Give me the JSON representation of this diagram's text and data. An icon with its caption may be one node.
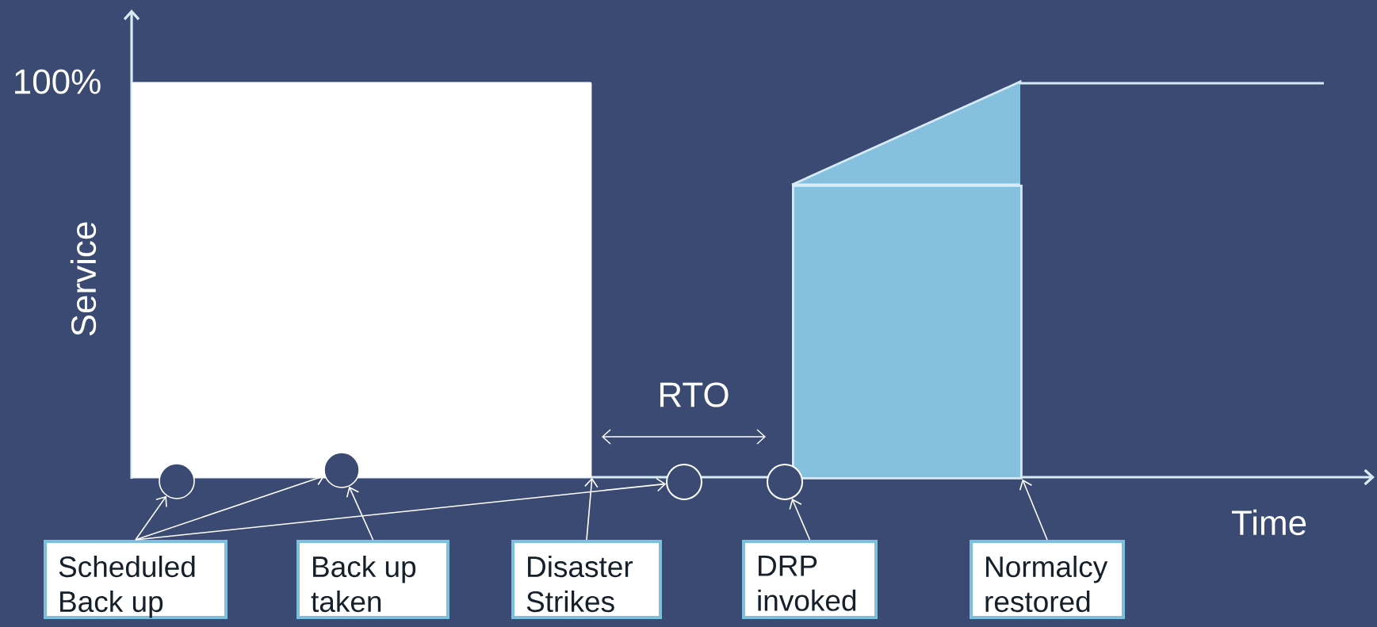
{
  "diagram": {
    "nodes": [
      {
        "text": [],
        "shape": "box"
      },
      {
        "text": [],
        "shape": "box"
      },
      {
        "text": [],
        "shape": "circle"
      },
      {
        "text": [],
        "shape": "circle"
      },
      {
        "text": [],
        "shape": "circle"
      },
      {
        "text": [],
        "shape": "circle"
      },
      {
        "text": [
          "Scheduled Back up"
        ]
      },
      {
        "text": [
          "Back up taken"
        ]
      },
      {
        "text": [
          "Disaster Strikes"
        ]
      },
      {
        "text": [
          "DRP invoked"
        ]
      },
      {
        "text": [
          "Normalcy restored"
        ]
      }
    ],
    "edges": [
      {
        "from": 6,
        "to": 2,
        "arrow": "to"
      },
      {
        "from": 6,
        "to": 3,
        "arrow": "to"
      },
      {
        "from": 6,
        "to": 4,
        "arrow": "to"
      },
      {
        "from": 7,
        "to": 3,
        "arrow": "to"
      },
      {
        "from": 8,
        "to": 0,
        "arrow": "to"
      },
      {
        "from": 9,
        "to": 5,
        "arrow": "to"
      },
      {
        "from": 10,
        "to": 1,
        "arrow": "to"
      }
    ],
    "labels": [
      "100%",
      "Service",
      "RTO",
      "Time"
    ]
  }
}
